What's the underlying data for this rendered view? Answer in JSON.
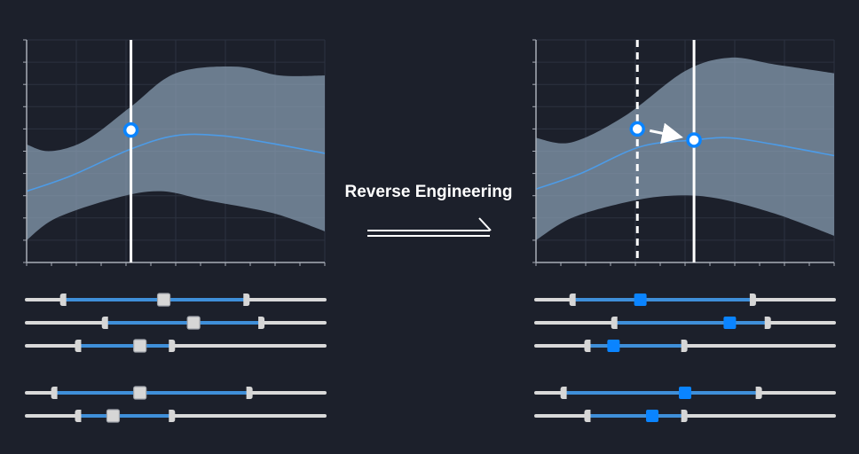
{
  "caption": "Reverse Engineering",
  "colors": {
    "background": "#1c202b",
    "band": "#8aa0b4",
    "mean_line": "#4d9be6",
    "accent": "#0a84ff",
    "track": "#d9d9d9",
    "range": "#3f8fd9",
    "handle": "#d6d6d6",
    "cursor": "#ffffff"
  },
  "icons": {
    "arrow": "arrow-right-icon",
    "convert": "long-arrow-right-icon"
  },
  "panels": [
    {
      "name": "before",
      "cursor_style": "solid",
      "cursor_x": 0.35,
      "ghost_cursor_x": null,
      "sliders": [
        {
          "min": 0.13,
          "max": 0.73,
          "value": 0.46
        },
        {
          "min": 0.27,
          "max": 0.78,
          "value": 0.56
        },
        {
          "min": 0.18,
          "max": 0.48,
          "value": 0.38
        },
        {
          "min": 0.1,
          "max": 0.74,
          "value": 0.38
        },
        {
          "min": 0.18,
          "max": 0.48,
          "value": 0.29
        }
      ]
    },
    {
      "name": "after",
      "cursor_style": "solid",
      "cursor_x": 0.53,
      "ghost_cursor_x": 0.34,
      "sliders": [
        {
          "min": 0.13,
          "max": 0.72,
          "value": 0.35
        },
        {
          "min": 0.27,
          "max": 0.77,
          "value": 0.65
        },
        {
          "min": 0.18,
          "max": 0.49,
          "value": 0.26
        },
        {
          "min": 0.1,
          "max": 0.74,
          "value": 0.5
        },
        {
          "min": 0.18,
          "max": 0.49,
          "value": 0.39
        }
      ]
    }
  ]
}
